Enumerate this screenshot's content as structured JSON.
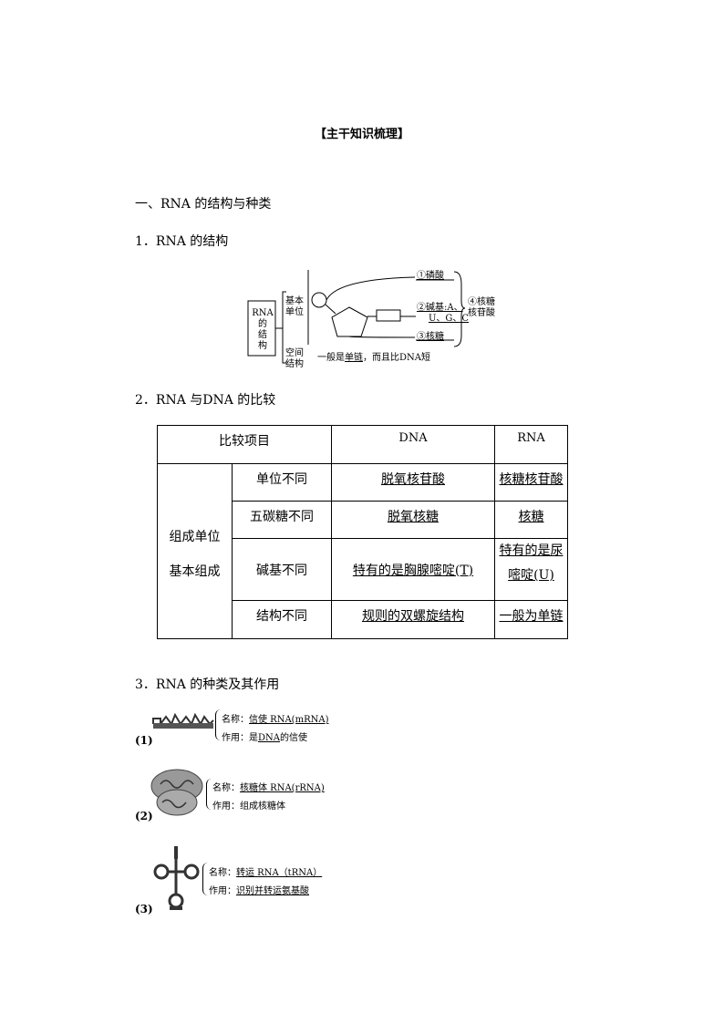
{
  "title": "【主干知识梳理】",
  "section1": "一、RNA 的结构与种类",
  "sub1": "1．RNA 的结构",
  "diagram": {
    "box_label": [
      "RNA",
      "的",
      "结",
      "构"
    ],
    "basic_unit": [
      "基本",
      "单位"
    ],
    "space_structure": [
      "空间",
      "结构"
    ],
    "phosphate": "①磷酸",
    "base_line1": "②碱基:A、",
    "base_line2": "U、G、C",
    "ribose": "③核糖",
    "nucleotide_line1": "④核糖",
    "nucleotide_line2": "核苷酸",
    "space_prefix": "一般是",
    "space_single": "单链",
    "space_suffix": "，而且比DNA短"
  },
  "sub2": "2．RNA 与DNA 的比较",
  "table": {
    "header": [
      "比较项目",
      "DNA",
      "RNA"
    ],
    "group_label_1": "组成单位",
    "group_label_2": "基本组成",
    "rows": [
      {
        "item": "单位不同",
        "dna": "脱氧核苷酸",
        "rna": "核糖核苷酸"
      },
      {
        "item": "五碳糖不同",
        "dna": "脱氧核糖",
        "rna": "核糖"
      },
      {
        "item": "碱基不同",
        "dna": "特有的是胸腺嘧啶(T)",
        "rna_line1": "特有的是尿",
        "rna_line2": "嘧啶(U)"
      },
      {
        "item": "结构不同",
        "dna": "规则的双螺旋结构",
        "rna": "一般为单链"
      }
    ]
  },
  "sub3": "3．RNA 的种类及其作用",
  "kinds": [
    {
      "num": "(1)",
      "name_label": "名称：",
      "name": "信使 RNA(mRNA)",
      "func_label": "作用：是",
      "func_u": "DNA",
      "func_rest": "的信使"
    },
    {
      "num": "(2)",
      "name_label": "名称：",
      "name": "核糖体 RNA(rRNA)",
      "func_label": "作用：组成核糖体"
    },
    {
      "num": "(3)",
      "name_label": "名称：",
      "name": "转运 RNA（tRNA）",
      "func_label": "作用：",
      "func_u": "识别并转运氨基酸"
    }
  ]
}
